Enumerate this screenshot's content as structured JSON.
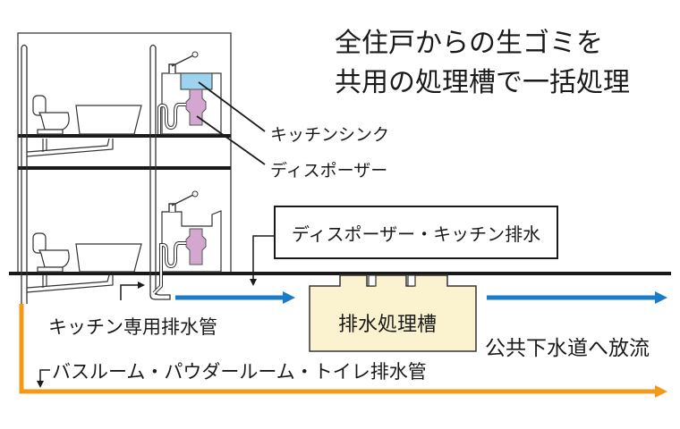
{
  "title": {
    "line1": "全住戸からの生ゴミを",
    "line2": "共用の処理槽で一括処理"
  },
  "callouts": {
    "kitchen_sink": "キッチンシンク",
    "disposer": "ディスポーザー"
  },
  "flow_box": {
    "label": "ディスポーザー・キッチン排水"
  },
  "tank": {
    "label": "排水処理槽"
  },
  "pipes": {
    "kitchen_pipe": "キッチン専用排水管",
    "bath_pipe": "バスルーム・パウダールーム・トイレ排水管",
    "outflow": "公共下水道へ放流"
  },
  "colors": {
    "line": "#1a1a1a",
    "sink_water": "#9dd3ee",
    "disposer": "#d3a7cf",
    "blue_flow": "#1b7bc4",
    "orange_flow": "#f39a1a",
    "tank_fill": "#fbf3cf"
  }
}
